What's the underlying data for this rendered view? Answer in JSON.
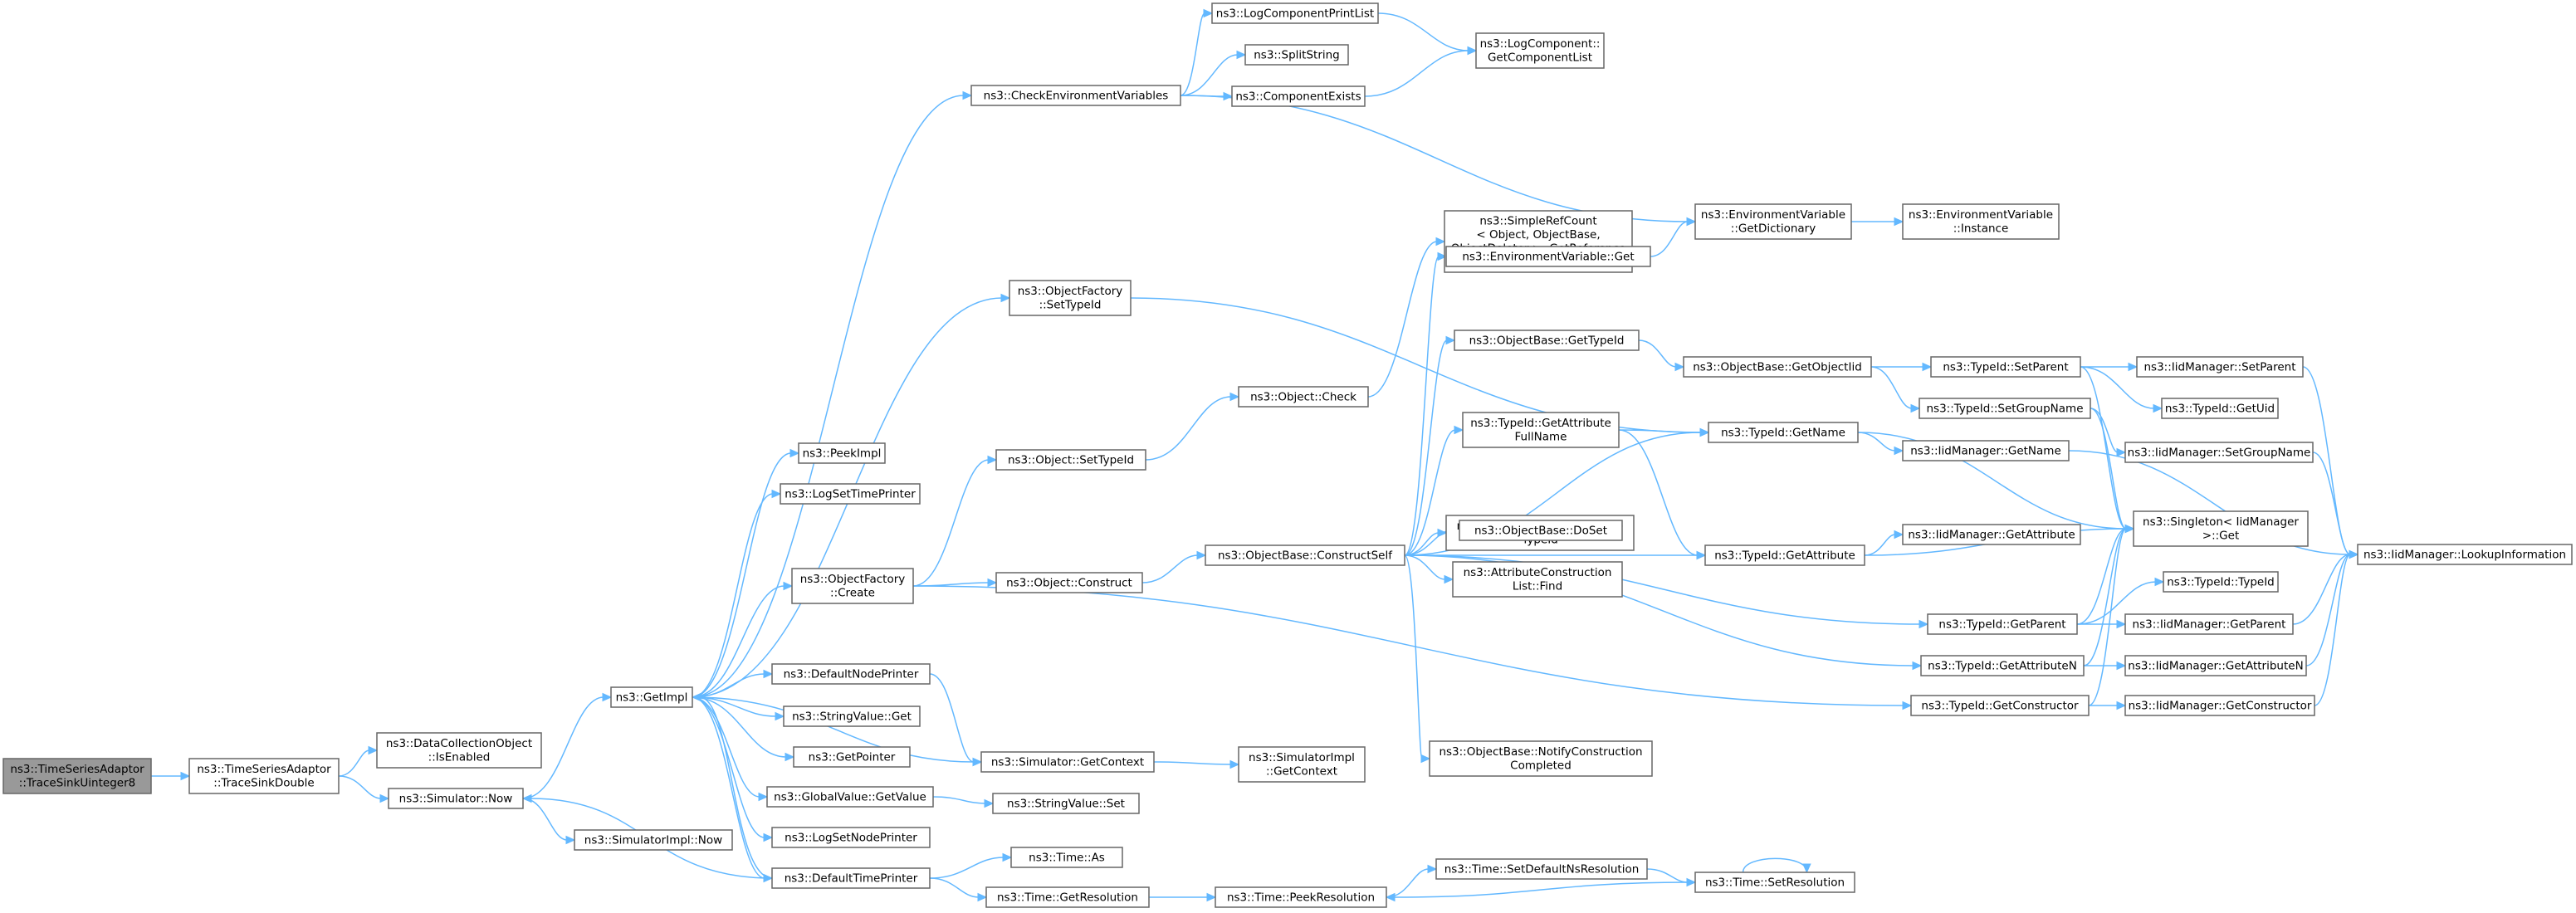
{
  "nodes": [
    {
      "id": "root",
      "lines": [
        "ns3::TimeSeriesAdaptor",
        "::TraceSinkUinteger8"
      ]
    },
    {
      "id": "tsd",
      "lines": [
        "ns3::TimeSeriesAdaptor",
        "::TraceSinkDouble"
      ]
    },
    {
      "id": "dco",
      "lines": [
        "ns3::DataCollectionObject",
        "::IsEnabled"
      ]
    },
    {
      "id": "now",
      "lines": [
        "ns3::Simulator::Now"
      ]
    },
    {
      "id": "getimpl",
      "lines": [
        "ns3::GetImpl"
      ]
    },
    {
      "id": "simnow",
      "lines": [
        "ns3::SimulatorImpl::Now"
      ]
    },
    {
      "id": "peekimpl",
      "lines": [
        "ns3::PeekImpl"
      ]
    },
    {
      "id": "logstp",
      "lines": [
        "ns3::LogSetTimePrinter"
      ]
    },
    {
      "id": "ofcreate",
      "lines": [
        "ns3::ObjectFactory",
        "::Create"
      ]
    },
    {
      "id": "dnp",
      "lines": [
        "ns3::DefaultNodePrinter"
      ]
    },
    {
      "id": "svget",
      "lines": [
        "ns3::StringValue::Get"
      ]
    },
    {
      "id": "getptr",
      "lines": [
        "ns3::GetPointer"
      ]
    },
    {
      "id": "gvget",
      "lines": [
        "ns3::GlobalValue::GetValue"
      ]
    },
    {
      "id": "lsnp",
      "lines": [
        "ns3::LogSetNodePrinter"
      ]
    },
    {
      "id": "dtp",
      "lines": [
        "ns3::DefaultTimePrinter"
      ]
    },
    {
      "id": "cev",
      "lines": [
        "ns3::CheckEnvironmentVariables"
      ]
    },
    {
      "id": "ofsettid",
      "lines": [
        "ns3::ObjectFactory",
        "::SetTypeId"
      ]
    },
    {
      "id": "objsettid",
      "lines": [
        "ns3::Object::SetTypeId"
      ]
    },
    {
      "id": "objconstruct",
      "lines": [
        "ns3::Object::Construct"
      ]
    },
    {
      "id": "simgetctx",
      "lines": [
        "ns3::Simulator::GetContext"
      ]
    },
    {
      "id": "svset",
      "lines": [
        "ns3::StringValue::Set"
      ]
    },
    {
      "id": "timeas",
      "lines": [
        "ns3::Time::As"
      ]
    },
    {
      "id": "timegetres",
      "lines": [
        "ns3::Time::GetResolution"
      ]
    },
    {
      "id": "lcpl",
      "lines": [
        "ns3::LogComponentPrintList"
      ]
    },
    {
      "id": "split",
      "lines": [
        "ns3::SplitString"
      ]
    },
    {
      "id": "compexists",
      "lines": [
        "ns3::ComponentExists"
      ]
    },
    {
      "id": "objcheck",
      "lines": [
        "ns3::Object::Check"
      ]
    },
    {
      "id": "obconstructself",
      "lines": [
        "ns3::ObjectBase::ConstructSelf"
      ]
    },
    {
      "id": "simimplgetctx",
      "lines": [
        "ns3::SimulatorImpl",
        "::GetContext"
      ]
    },
    {
      "id": "timepeekres",
      "lines": [
        "ns3::Time::PeekResolution"
      ]
    },
    {
      "id": "lcgcl",
      "lines": [
        "ns3::LogComponent::",
        "GetComponentList"
      ]
    },
    {
      "id": "srcget",
      "lines": [
        "ns3::SimpleRefCount",
        "< Object, ObjectBase,",
        "ObjectDeleter >::GetReference",
        "Count"
      ]
    },
    {
      "id": "envget",
      "lines": [
        "ns3::EnvironmentVariable::Get"
      ]
    },
    {
      "id": "obgettid",
      "lines": [
        "ns3::ObjectBase::GetTypeId"
      ]
    },
    {
      "id": "tidgafn",
      "lines": [
        "ns3::TypeId::GetAttribute",
        "FullName"
      ]
    },
    {
      "id": "obgetinst",
      "lines": [
        "ns3::ObjectBase::GetInstance",
        "TypeId"
      ]
    },
    {
      "id": "obdoset",
      "lines": [
        "ns3::ObjectBase::DoSet"
      ]
    },
    {
      "id": "acfind",
      "lines": [
        "ns3::AttributeConstruction",
        "List::Find"
      ]
    },
    {
      "id": "obnotify",
      "lines": [
        "ns3::ObjectBase::NotifyConstruction",
        "Completed"
      ]
    },
    {
      "id": "tsdnr",
      "lines": [
        "ns3::Time::SetDefaultNsResolution"
      ]
    },
    {
      "id": "envgetdict",
      "lines": [
        "ns3::EnvironmentVariable",
        "::GetDictionary"
      ]
    },
    {
      "id": "obgetoiid",
      "lines": [
        "ns3::ObjectBase::GetObjectIid"
      ]
    },
    {
      "id": "tidgetname",
      "lines": [
        "ns3::TypeId::GetName"
      ]
    },
    {
      "id": "tidgetattr",
      "lines": [
        "ns3::TypeId::GetAttribute"
      ]
    },
    {
      "id": "tidgetparent",
      "lines": [
        "ns3::TypeId::GetParent"
      ]
    },
    {
      "id": "tidgetattrn",
      "lines": [
        "ns3::TypeId::GetAttributeN"
      ]
    },
    {
      "id": "tidgetctor",
      "lines": [
        "ns3::TypeId::GetConstructor"
      ]
    },
    {
      "id": "timesetres",
      "lines": [
        "ns3::Time::SetResolution"
      ]
    },
    {
      "id": "envinst",
      "lines": [
        "ns3::EnvironmentVariable",
        "::Instance"
      ]
    },
    {
      "id": "tidsetparent",
      "lines": [
        "ns3::TypeId::SetParent"
      ]
    },
    {
      "id": "tidsetgroup",
      "lines": [
        "ns3::TypeId::SetGroupName"
      ]
    },
    {
      "id": "iidgetname",
      "lines": [
        "ns3::IidManager::GetName"
      ]
    },
    {
      "id": "iidgetattr",
      "lines": [
        "ns3::IidManager::GetAttribute"
      ]
    },
    {
      "id": "singleton",
      "lines": [
        "ns3::Singleton< IidManager",
        ">::Get"
      ]
    },
    {
      "id": "tidtid",
      "lines": [
        "ns3::TypeId::TypeId"
      ]
    },
    {
      "id": "iidgetparent",
      "lines": [
        "ns3::IidManager::GetParent"
      ]
    },
    {
      "id": "iidgetattrn",
      "lines": [
        "ns3::IidManager::GetAttributeN"
      ]
    },
    {
      "id": "iidgetctor",
      "lines": [
        "ns3::IidManager::GetConstructor"
      ]
    },
    {
      "id": "iidsetparent",
      "lines": [
        "ns3::IidManager::SetParent"
      ]
    },
    {
      "id": "tidgetuid",
      "lines": [
        "ns3::TypeId::GetUid"
      ]
    },
    {
      "id": "iidsetgroup",
      "lines": [
        "ns3::IidManager::SetGroupName"
      ]
    },
    {
      "id": "iidlookup",
      "lines": [
        "ns3::IidManager::LookupInformation"
      ]
    }
  ]
}
